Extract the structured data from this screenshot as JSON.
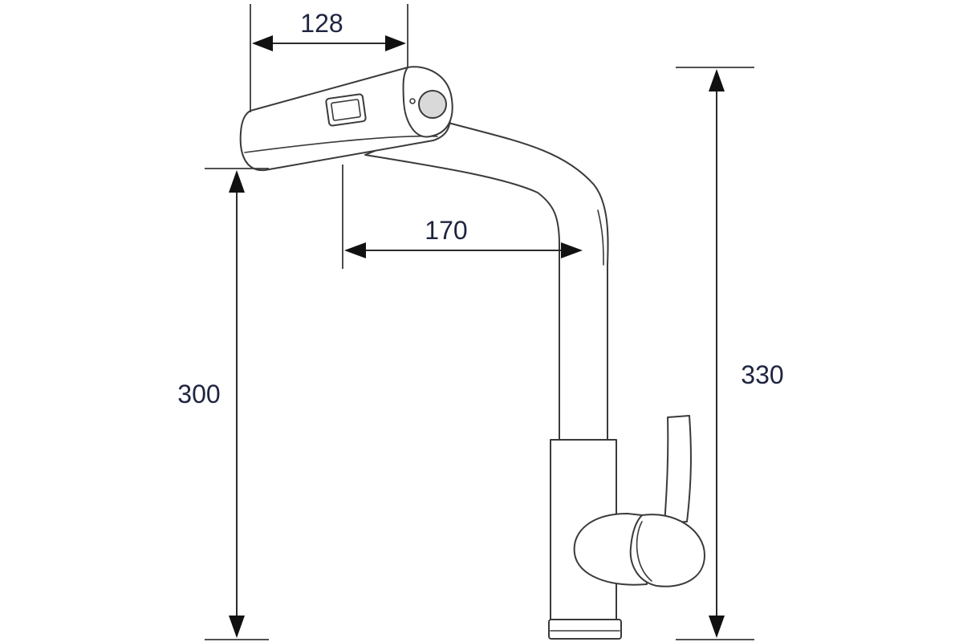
{
  "dimensions": {
    "spout_width": "128",
    "spout_reach": "170",
    "spout_height": "300",
    "total_height": "330"
  },
  "colors": {
    "line": "#3a3a3a",
    "text": "#1f2440",
    "background": "#ffffff"
  }
}
